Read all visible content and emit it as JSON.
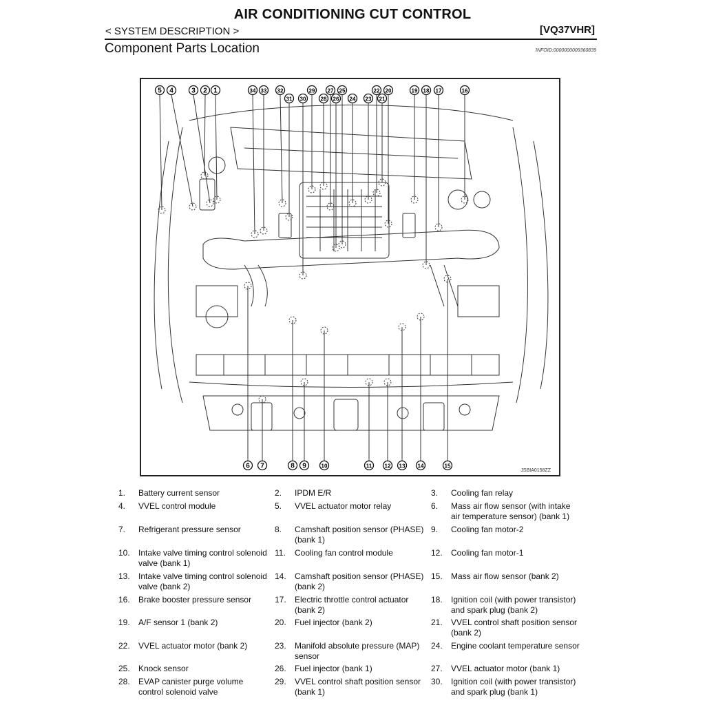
{
  "header": {
    "title": "AIR CONDITIONING CUT CONTROL",
    "section": "< SYSTEM DESCRIPTION >",
    "engine_code": "[VQ37VHR]",
    "subtitle": "Component Parts Location",
    "infoid": "INFOID:0000000009360839"
  },
  "figure": {
    "figure_id": "JSBIA0158ZZ",
    "top_callouts": [
      "5",
      "4",
      "3",
      "2",
      "1",
      "34",
      "33",
      "32",
      "31",
      "30",
      "29",
      "28",
      "27",
      "26",
      "25",
      "24",
      "23",
      "22",
      "21",
      "20",
      "19",
      "18",
      "17",
      "16"
    ],
    "bottom_callouts": [
      "6",
      "7",
      "8",
      "9",
      "10",
      "11",
      "12",
      "13",
      "14",
      "15"
    ]
  },
  "legend": [
    {
      "num": "1.",
      "text": "Battery current sensor"
    },
    {
      "num": "2.",
      "text": "IPDM E/R"
    },
    {
      "num": "3.",
      "text": "Cooling fan relay"
    },
    {
      "num": "4.",
      "text": "VVEL control module"
    },
    {
      "num": "5.",
      "text": "VVEL actuator motor relay"
    },
    {
      "num": "6.",
      "text": "Mass air flow sensor (with intake air temperature sensor) (bank 1)"
    },
    {
      "num": "7.",
      "text": "Refrigerant pressure sensor"
    },
    {
      "num": "8.",
      "text": "Camshaft position sensor (PHASE) (bank 1)"
    },
    {
      "num": "9.",
      "text": "Cooling fan motor-2"
    },
    {
      "num": "10.",
      "text": "Intake valve timing control solenoid valve (bank 1)"
    },
    {
      "num": "11.",
      "text": "Cooling fan control module"
    },
    {
      "num": "12.",
      "text": "Cooling fan motor-1"
    },
    {
      "num": "13.",
      "text": "Intake valve timing control solenoid valve (bank 2)"
    },
    {
      "num": "14.",
      "text": "Camshaft position sensor (PHASE) (bank 2)"
    },
    {
      "num": "15.",
      "text": "Mass air flow sensor (bank 2)"
    },
    {
      "num": "16.",
      "text": "Brake booster pressure sensor"
    },
    {
      "num": "17.",
      "text": "Electric throttle control actuator (bank 2)"
    },
    {
      "num": "18.",
      "text": "Ignition coil (with power transistor) and spark plug (bank 2)"
    },
    {
      "num": "19.",
      "text": "A/F sensor 1 (bank 2)"
    },
    {
      "num": "20.",
      "text": "Fuel injector (bank 2)"
    },
    {
      "num": "21.",
      "text": "VVEL control shaft position sensor (bank 2)"
    },
    {
      "num": "22.",
      "text": "VVEL actuator motor (bank 2)"
    },
    {
      "num": "23.",
      "text": "Manifold absolute pressure (MAP) sensor"
    },
    {
      "num": "24.",
      "text": "Engine coolant temperature sensor"
    },
    {
      "num": "25.",
      "text": "Knock sensor"
    },
    {
      "num": "26.",
      "text": "Fuel injector (bank 1)"
    },
    {
      "num": "27.",
      "text": "VVEL actuator motor (bank 1)"
    },
    {
      "num": "28.",
      "text": "EVAP canister purge volume control solenoid valve"
    },
    {
      "num": "29.",
      "text": "VVEL control shaft position sensor (bank 1)"
    },
    {
      "num": "30.",
      "text": "Ignition coil (with power transistor) and spark plug (bank 1)"
    }
  ]
}
